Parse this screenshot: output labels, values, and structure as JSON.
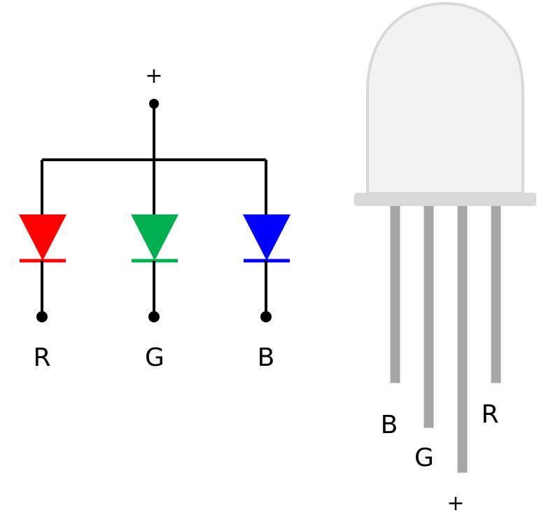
{
  "schematic": {
    "anode_label": "+",
    "channels": [
      {
        "label": "R",
        "color": "#ff0000"
      },
      {
        "label": "G",
        "color": "#00b050"
      },
      {
        "label": "B",
        "color": "#0000ff"
      }
    ]
  },
  "led_package": {
    "dome_fill": "#f2f2f2",
    "dome_outline": "#d9d9d9",
    "rim_color": "#d9d9d9",
    "leg_color": "#a6a6a6",
    "pin_labels": {
      "b": "B",
      "g": "G",
      "anode": "+",
      "r": "R"
    }
  },
  "wire_color": "#000000"
}
